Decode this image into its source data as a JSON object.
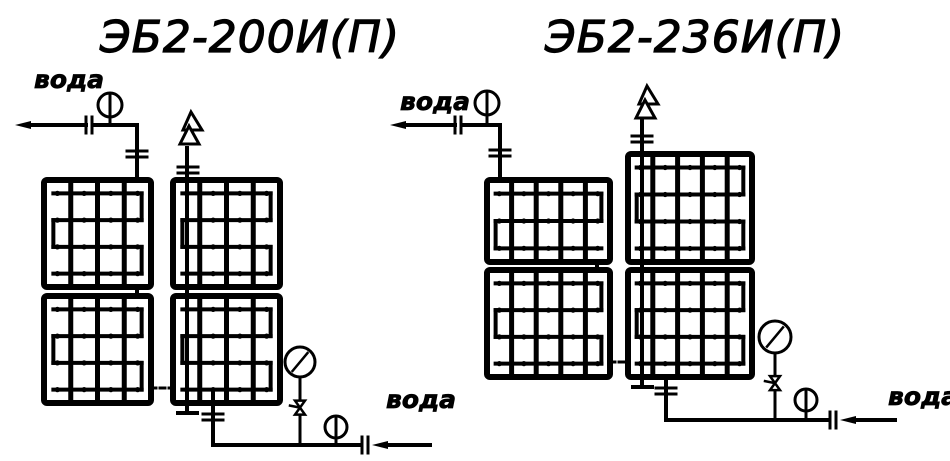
{
  "diagrams": [
    {
      "title": "ЭБ2-200И(П)",
      "water_out_label": "вода",
      "water_in_label": "вода"
    },
    {
      "title": "ЭБ2-236И(П)",
      "water_out_label": "вода",
      "water_in_label": "вода"
    }
  ],
  "colors": {
    "ink": "#000000",
    "background": "#ffffff"
  }
}
